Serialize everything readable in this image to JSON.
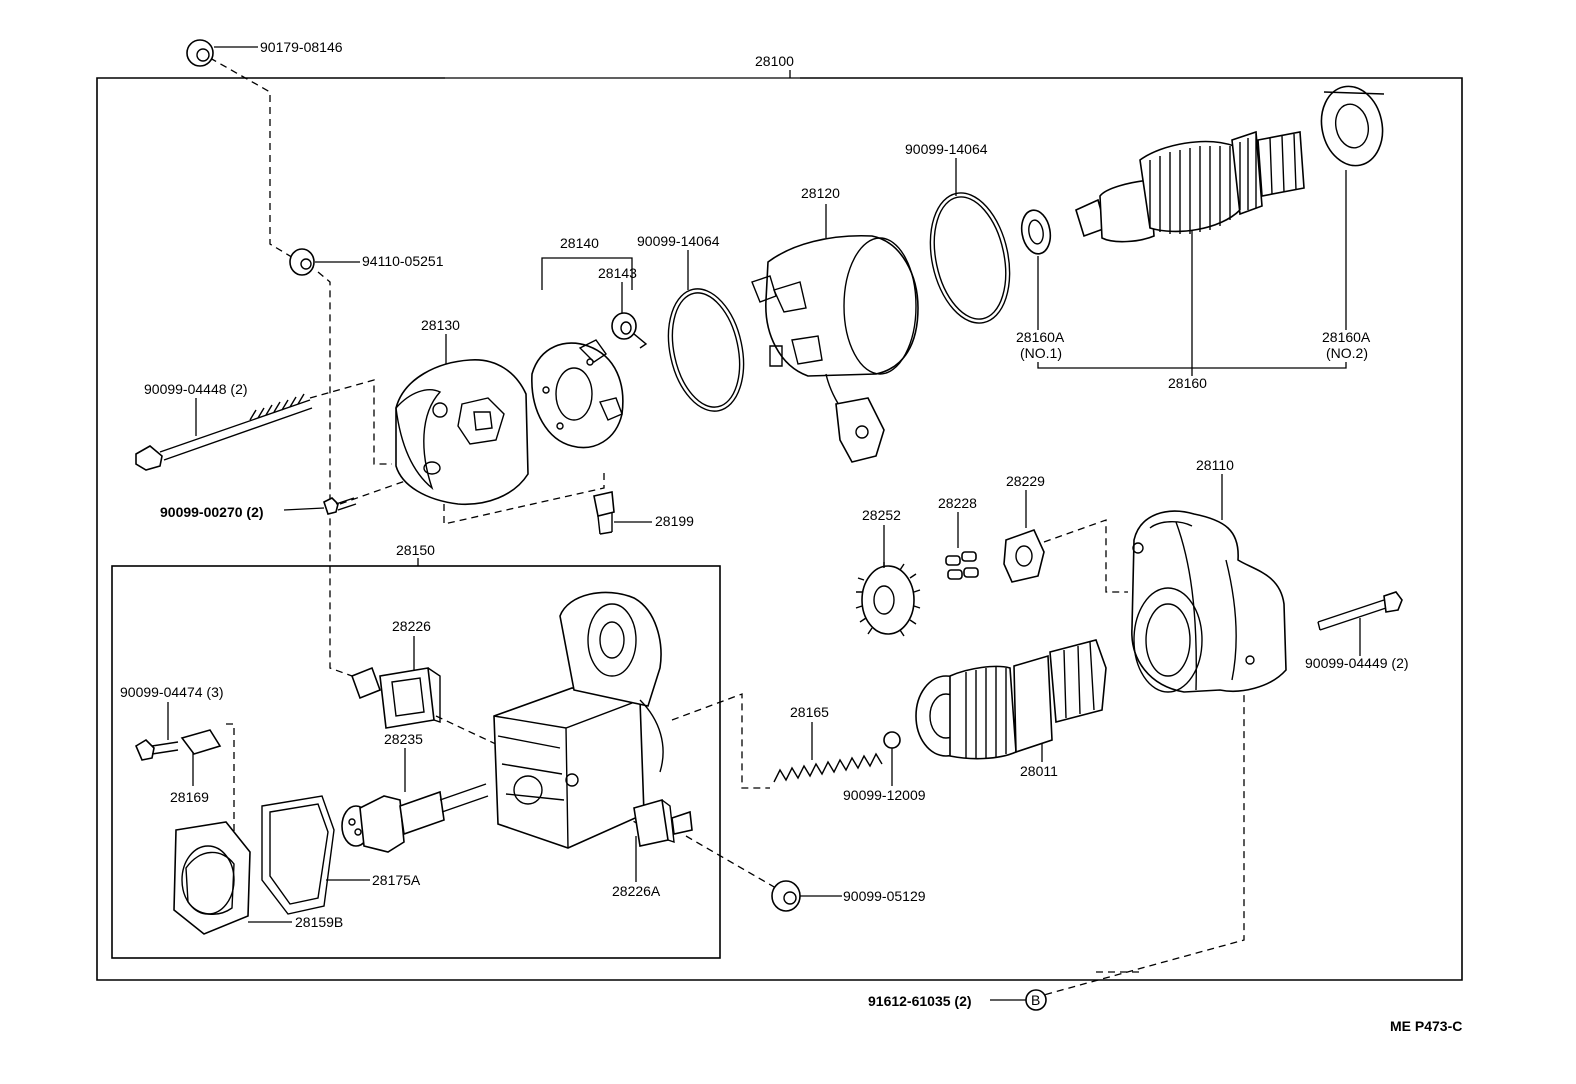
{
  "diagram": {
    "part_labels": {
      "p28100": "28100",
      "p90179_08146": "90179-08146",
      "p94110_05251": "94110-05251",
      "p90099_04448": "90099-04448 (2)",
      "p90099_00270": "90099-00270 (2)",
      "p28130": "28130",
      "p28140": "28140",
      "p28143": "28143",
      "p90099_14064_a": "90099-14064",
      "p28199": "28199",
      "p28120": "28120",
      "p90099_14064_b": "90099-14064",
      "p28160A_1": "28160A",
      "p28160A_1_sub": "(NO.1)",
      "p28160A_2": "28160A",
      "p28160A_2_sub": "(NO.2)",
      "p28160": "28160",
      "p28150": "28150",
      "p28226": "28226",
      "p90099_04474": "90099-04474 (3)",
      "p28169": "28169",
      "p28235": "28235",
      "p28175A": "28175A",
      "p28159B": "28159B",
      "p28226A": "28226A",
      "p90099_05129": "90099-05129",
      "p28165": "28165",
      "p90099_12009": "90099-12009",
      "p28252": "28252",
      "p28228": "28228",
      "p28229": "28229",
      "p28011": "28011",
      "p28110": "28110",
      "p90099_04449": "90099-04449 (2)",
      "p91612_61035": "91612-61035 (2)",
      "marker_b": "B"
    },
    "figure_code": "ME  P473-C"
  }
}
